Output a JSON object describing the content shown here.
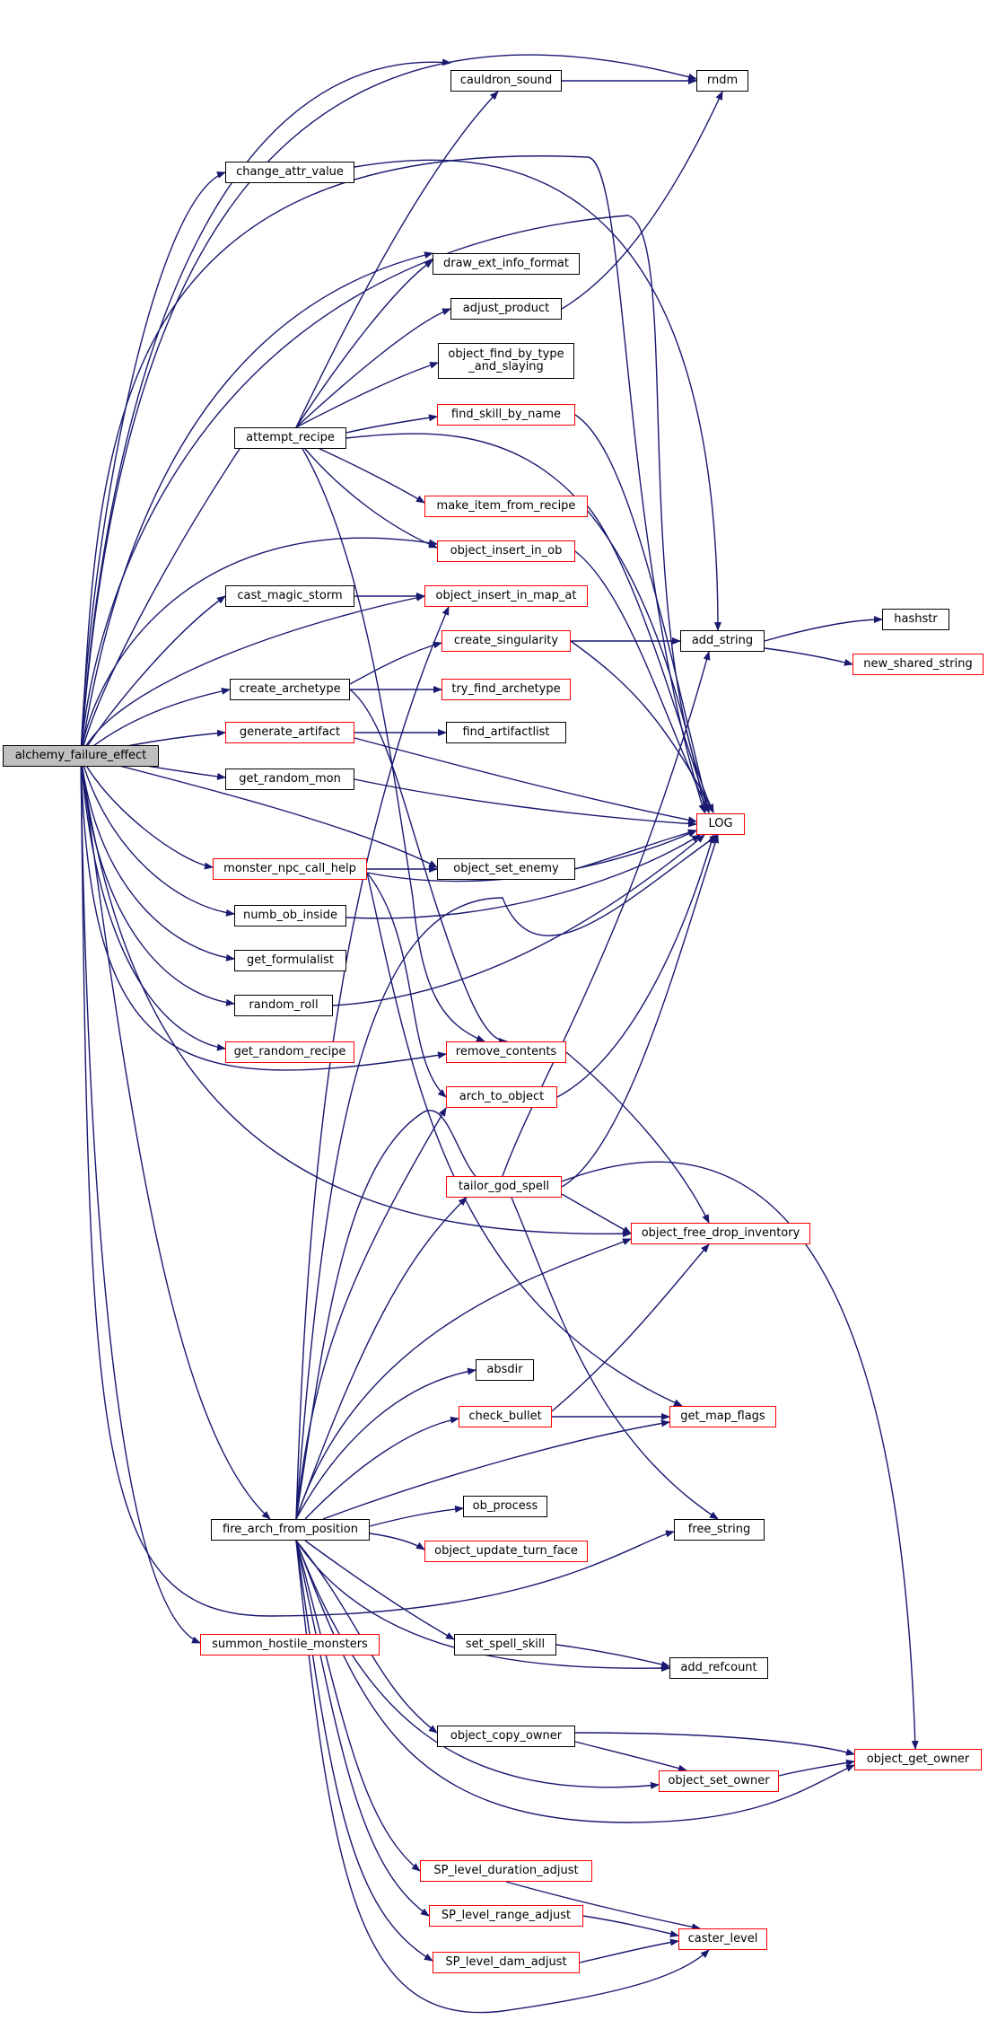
{
  "colors": {
    "edge": "#191970",
    "border": "#000000",
    "border_incomplete": "#ff0000",
    "root_fill": "#bfbfbf"
  },
  "nodes": {
    "alchemy_failure_effect": "alchemy_failure_effect",
    "cauldron_sound": "cauldron_sound",
    "rndm": "rndm",
    "change_attr_value": "change_attr_value",
    "draw_ext_info_format": "draw_ext_info_format",
    "adjust_product": "adjust_product",
    "object_find_by_type_and_slaying": "object_find_by_type\n_and_slaying",
    "attempt_recipe": "attempt_recipe",
    "find_skill_by_name": "find_skill_by_name",
    "make_item_from_recipe": "make_item_from_recipe",
    "object_insert_in_ob": "object_insert_in_ob",
    "cast_magic_storm": "cast_magic_storm",
    "object_insert_in_map_at": "object_insert_in_map_at",
    "hashstr": "hashstr",
    "add_string": "add_string",
    "new_shared_string": "new_shared_string",
    "create_singularity": "create_singularity",
    "create_archetype": "create_archetype",
    "try_find_archetype": "try_find_archetype",
    "generate_artifact": "generate_artifact",
    "find_artifactlist": "find_artifactlist",
    "get_random_mon": "get_random_mon",
    "LOG": "LOG",
    "monster_npc_call_help": "monster_npc_call_help",
    "object_set_enemy": "object_set_enemy",
    "numb_ob_inside": "numb_ob_inside",
    "get_formulalist": "get_formulalist",
    "random_roll": "random_roll",
    "get_random_recipe": "get_random_recipe",
    "remove_contents": "remove_contents",
    "arch_to_object": "arch_to_object",
    "tailor_god_spell": "tailor_god_spell",
    "object_free_drop_inventory": "object_free_drop_inventory",
    "absdir": "absdir",
    "check_bullet": "check_bullet",
    "get_map_flags": "get_map_flags",
    "ob_process": "ob_process",
    "fire_arch_from_position": "fire_arch_from_position",
    "object_update_turn_face": "object_update_turn_face",
    "free_string": "free_string",
    "set_spell_skill": "set_spell_skill",
    "add_refcount": "add_refcount",
    "summon_hostile_monsters": "summon_hostile_monsters",
    "object_copy_owner": "object_copy_owner",
    "object_get_owner": "object_get_owner",
    "object_set_owner": "object_set_owner",
    "SP_level_duration_adjust": "SP_level_duration_adjust",
    "SP_level_range_adjust": "SP_level_range_adjust",
    "caster_level": "caster_level",
    "SP_level_dam_adjust": "SP_level_dam_adjust"
  }
}
